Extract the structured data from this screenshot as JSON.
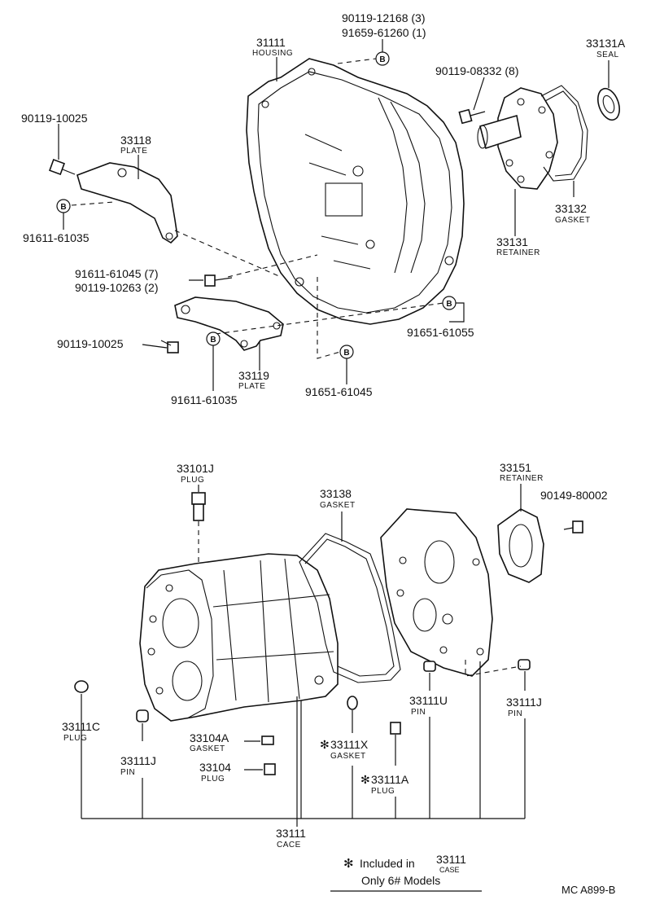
{
  "parts": {
    "housing": {
      "number": "31111",
      "name": "HOUSING"
    },
    "bolt_top_1": {
      "number": "90119-12168 (3)"
    },
    "bolt_top_2": {
      "number": "91659-61260 (1)"
    },
    "seal": {
      "number": "33131A",
      "name": "SEAL"
    },
    "bolt_retainer": {
      "number": "90119-08332 (8)"
    },
    "bolt_left": {
      "number": "90119-10025"
    },
    "plate_top": {
      "number": "33118",
      "name": "PLATE"
    },
    "stud_left": {
      "number": "91611-61035"
    },
    "gasket_right": {
      "number": "33132",
      "name": "GASKET"
    },
    "retainer_top": {
      "number": "33131",
      "name": "RETAINER"
    },
    "bolt_mid_1": {
      "number": "91611-61045 (7)"
    },
    "bolt_mid_2": {
      "number": "90119-10263 (2)"
    },
    "stud_right": {
      "number": "91651-61055"
    },
    "bolt_left_lower": {
      "number": "90119-10025"
    },
    "plate_lower": {
      "number": "33119",
      "name": "PLATE"
    },
    "stud_lower_left": {
      "number": "91611-61035"
    },
    "stud_lower_mid": {
      "number": "91651-61045"
    },
    "plug_top": {
      "number": "33101J",
      "name": "PLUG"
    },
    "gasket_mid": {
      "number": "33138",
      "name": "GASKET"
    },
    "retainer_right": {
      "number": "33151",
      "name": "RETAINER"
    },
    "bolt_right": {
      "number": "90149-80002"
    },
    "plug_c": {
      "number": "33111C",
      "name": "PLUG"
    },
    "pin_j_left": {
      "number": "33111J",
      "name": "PIN"
    },
    "gasket_104a": {
      "number": "33104A",
      "name": "GASKET"
    },
    "plug_104": {
      "number": "33104",
      "name": "PLUG"
    },
    "gasket_x": {
      "number": "33111X",
      "name": "GASKET"
    },
    "plug_a": {
      "number": "33111A",
      "name": "PLUG"
    },
    "pin_u": {
      "number": "33111U",
      "name": "PIN"
    },
    "pin_j_right": {
      "number": "33111J",
      "name": "PIN"
    },
    "case": {
      "number": "33111",
      "name": "CACE"
    }
  },
  "b_marker": "B",
  "star": "✻",
  "note": {
    "prefix": "Included in",
    "number": "33111",
    "name": "CASE",
    "line2": "Only 6# Models"
  },
  "figure_code": "MC A899-B"
}
